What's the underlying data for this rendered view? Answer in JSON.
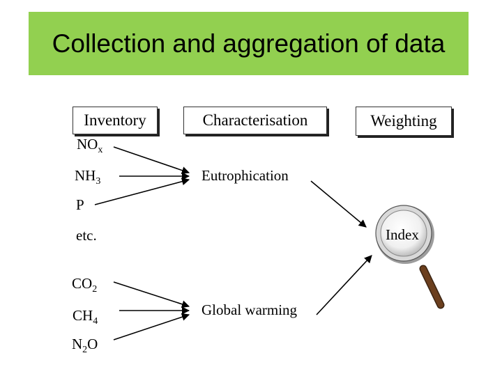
{
  "title": "Collection and aggregation of data",
  "headers": {
    "inventory": "Inventory",
    "characterisation": "Characterisation",
    "weighting": "Weighting"
  },
  "inventory_items": {
    "nox": {
      "base": "NO",
      "sub": "x"
    },
    "nh3": {
      "base": "NH",
      "sub": "3"
    },
    "p": "P",
    "etc": "etc.",
    "co2": {
      "base": "CO",
      "sub": "2"
    },
    "ch4": {
      "base": "CH",
      "sub": "4"
    },
    "n2o": {
      "base": "N",
      "sub": "2",
      "tail": "O"
    }
  },
  "categories": {
    "eutrophication": "Eutrophication",
    "global_warming": "Global warming"
  },
  "result": "Index",
  "colors": {
    "banner": "#92d050",
    "magnifier_handle": "#6b3f1e",
    "magnifier_lens": "#e8e8e8"
  },
  "icons": [
    "magnifying-glass-icon"
  ]
}
